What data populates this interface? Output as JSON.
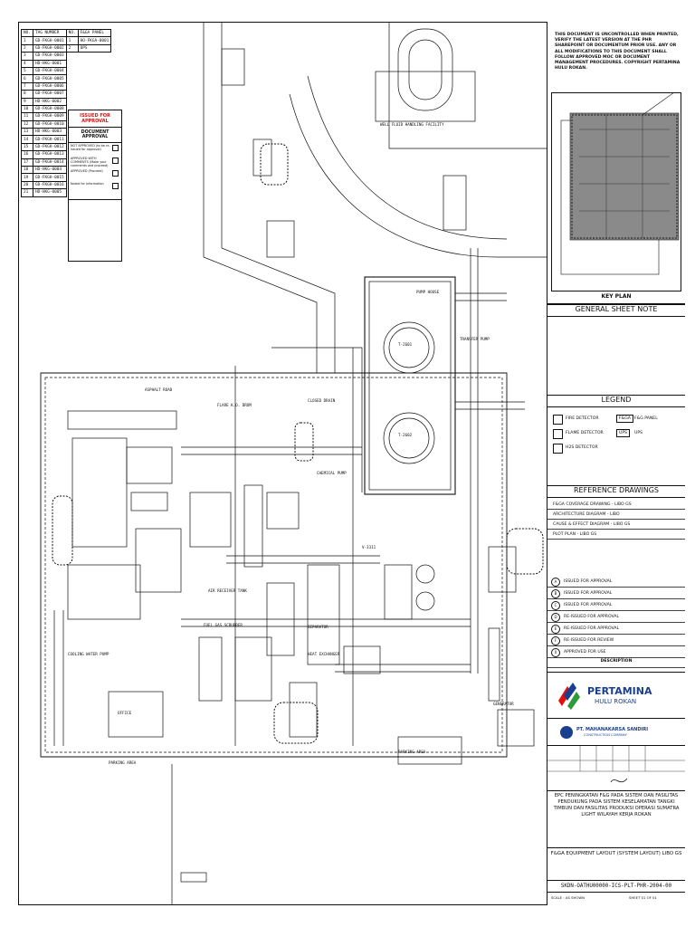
{
  "tag_table": {
    "header": [
      "NO.",
      "TAG NUMBER",
      "NO.",
      "F&GA PANEL"
    ],
    "left_rows": [
      [
        "1",
        "GD-FKGH-0001"
      ],
      [
        "2",
        "GD-FKGH-0002"
      ],
      [
        "3",
        "GD-FKGH-0003"
      ],
      [
        "4",
        "HD-HKG-0001"
      ],
      [
        "5",
        "GD-FKGH-0004"
      ],
      [
        "6",
        "GD-FKGH-0005"
      ],
      [
        "7",
        "GD-FKGH-0006"
      ],
      [
        "8",
        "GD-FKGH-0007"
      ],
      [
        "9",
        "HD-HKG-0002"
      ],
      [
        "10",
        "GD-FKGH-0008"
      ],
      [
        "11",
        "GD-FKGH-0009"
      ],
      [
        "12",
        "GD-FKGH-0010"
      ],
      [
        "13",
        "HD-HKG-0003"
      ],
      [
        "14",
        "GD-FKGH-0011"
      ],
      [
        "15",
        "GD-FKGH-0012"
      ],
      [
        "16",
        "GD-FKGH-0013"
      ],
      [
        "17",
        "GD-FKGH-0014"
      ],
      [
        "18",
        "HD-HKG-0004"
      ],
      [
        "19",
        "GD-FKGH-0015"
      ],
      [
        "20",
        "GD-FKGH-0016"
      ],
      [
        "21",
        "HD-HKG-0005"
      ]
    ],
    "right_rows": [
      [
        "1",
        "HO-FKGA-0001"
      ],
      [
        "2",
        "UPS"
      ]
    ]
  },
  "approval": {
    "issued": "ISSUED FOR APPROVAL",
    "doc_approval": "DOCUMENT APPROVAL",
    "options": [
      "NOT APPROVED (to be re-issued for approval)",
      "APPROVED WITH COMMENTS (Make your comments and proceed)",
      "APPROVED (Proceed)",
      "Noted for Information"
    ]
  },
  "plan_labels": {
    "well_fluid": "WELL FLUID HANDLING FACILITY",
    "asphalt_road": "ASPHALT ROAD",
    "pump_house": "PUMP HOUSE",
    "transfer_pump": "TRANSFER PUMP",
    "parking_area": "PARKING AREA",
    "office": "OFFICE",
    "generator": "GENERATOR",
    "flare_ko_drum": "FLARE K.O. DRUM",
    "separator": "SEPARATOR",
    "fuel_gas": "FUEL GAS SCRUBBER",
    "heat_exchanger": "HEAT EXCHANGER",
    "cooling_water": "COOLING WATER PUMP",
    "air_receiver": "AIR RECEIVER TANK",
    "chemical_pump": "CHEMICAL PUMP",
    "closed_drain": "CLOSED DRAIN",
    "tank_1": "T-2601",
    "tank_2": "T-2602",
    "vessel_v3311": "V-3311"
  },
  "panel": {
    "note": "THIS DOCUMENT IS UNCONTROLLED WHEN PRINTED, VERIFY THE LATEST VERSION AT THE PHR SHAREPOINT OR DOCUMENTUM PRIOR USE. ANY OR ALL MODIFICATIONS TO THIS DOCUMENT SHALL FOLLOW APPROVED MOC OR DOCUMENT MANAGEMENT PROCEDURES. COPYRIGHT PERTAMINA HULU ROKAN.",
    "key_plan": "KEY PLAN",
    "general_sheet_note": "GENERAL SHEET NOTE",
    "legend": "LEGEND",
    "legend_items": [
      [
        "FIRE DETECTOR",
        "F&GA",
        "F&G PANEL"
      ],
      [
        "FLAME DETECTOR",
        "UPS",
        "UPS"
      ],
      [
        "H2S DETECTOR",
        "",
        ""
      ]
    ],
    "reference_drawings": "REFERENCE DRAWINGS",
    "ref_rows": [
      "F&GA COVERAGE DRAWING - LIBO GS",
      "ARCHITECTURE DIAGRAM - LIBO",
      "CAUSE & EFFECT DIAGRAM - LIBO GS",
      "PLOT PLAN - LIBO GS"
    ],
    "revisions": [
      [
        "A",
        "ISSUED FOR APPROVAL"
      ],
      [
        "B",
        "ISSUED FOR APPROVAL"
      ],
      [
        "C",
        "ISSUED FOR APPROVAL"
      ],
      [
        "D",
        "RE-ISSUED FOR APPROVAL"
      ],
      [
        "E",
        "RE-ISSUED FOR APPROVAL"
      ],
      [
        "F",
        "RE-ISSUED FOR REVIEW"
      ],
      [
        "0",
        "APPROVED FOR USE"
      ]
    ],
    "rev_header": "DESCRIPTION",
    "company": "PERTAMINA",
    "company_sub": "HULU ROKAN",
    "contractor": "PT. MAHANAKARSA SANDIRI",
    "contractor_sub": "CONSTRUCTION COMPANY",
    "project": "EPC PENINGKATAN F&G PADA SISTEM DAN FASILITAS PENDUKUNG PADA SISTEM KESELAMATAN TANGKI TIMBUN DAN FASILITAS PRODUKSI OPERASI SUMATRA LIGHT WILAYAH KERJA ROKAN",
    "drawing_title": "F&GA EQUIPMENT LAYOUT (SYSTEM LAYOUT) LIBO GS",
    "drawing_number": "SKDN-OATHU00000-ICS-PLT-PHR-2004-00",
    "footer": [
      "SCALE : AS SHOWN",
      "SHEET 01 OF 01"
    ]
  },
  "colors": {
    "red": "#e01010",
    "blue": "#1b3f8f",
    "green": "#2e9b3a",
    "line": "#111111"
  }
}
